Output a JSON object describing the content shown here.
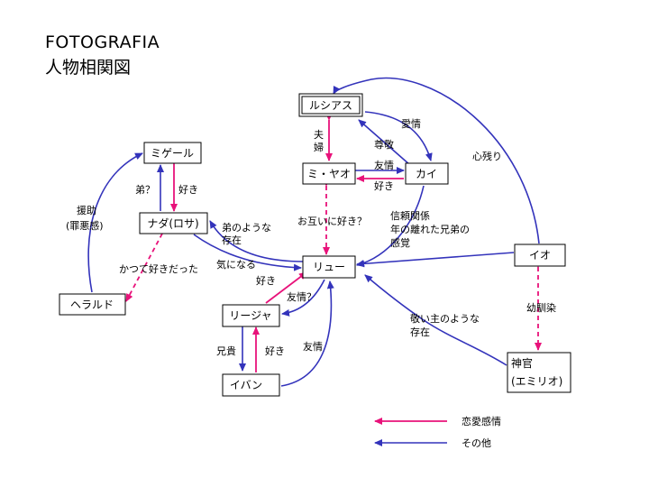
{
  "title": {
    "line1": "FOTOGRAFIA",
    "line2": "人物相関図"
  },
  "nodes": {
    "lucias": "ルシアス",
    "miyao": "ミ・ヤオ",
    "kai": "カイ",
    "miguel": "ミゲール",
    "nada": "ナダ(ロサ)",
    "herald": "ヘラルド",
    "ryu": "リュー",
    "io": "イオ",
    "rijya": "リージャ",
    "ivan": "イバン",
    "shinkan1": "神官",
    "shinkan2": "(エミリオ)"
  },
  "labels": {
    "fuufu1": "夫",
    "fuufu2": "婦",
    "aijou": "愛情",
    "sonkei": "尊敬",
    "yuujou": "友情",
    "suki_kai": "好き",
    "kokoronokori": "心残り",
    "otagai": "お互いに好き？",
    "shinrai1": "信頼関係",
    "shinrai2": "年の離れた兄弟の",
    "shinrai3": "感覚",
    "otouto": "弟？",
    "suki_miguel": "好き",
    "engo1": "援助",
    "engo2": "(罪悪感)",
    "otouto_like1": "弟のような",
    "otouto_like2": "存在",
    "katsute": "かつて好きだった",
    "kininaru": "気になる",
    "suki_ryu": "好き",
    "yuujou_q": "友情？",
    "osananajimi": "幼馴染",
    "shukun1": "敬い主のような",
    "shukun2": "存在",
    "kyoudai": "兄貴",
    "suki_rijya": "好き",
    "yuujou_ivan": "友情"
  },
  "legend": {
    "love": "恋愛感情",
    "other": "その他",
    "love_color": "#e8127a",
    "other_color": "#3333bb"
  }
}
